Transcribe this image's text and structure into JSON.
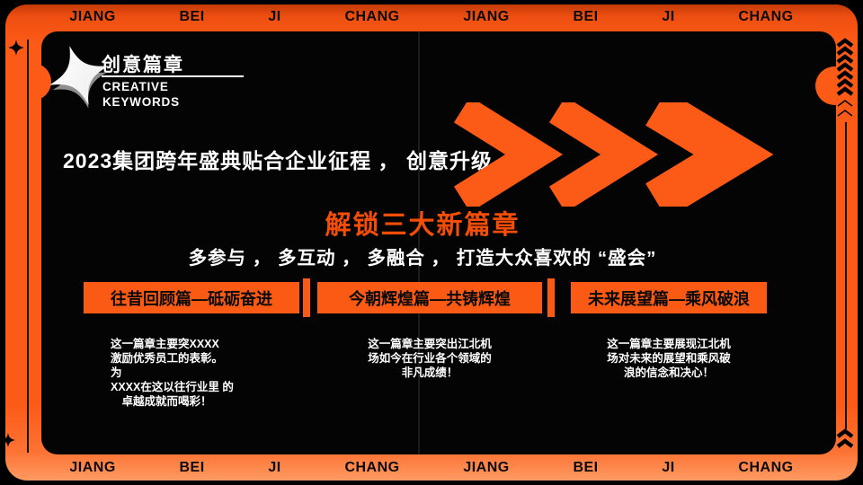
{
  "banner": {
    "top_labels": [
      "JIANG",
      "BEI",
      "JI",
      "CHANG",
      "JIANG",
      "BEI",
      "JI",
      "CHANG"
    ],
    "bottom_labels": [
      "JIANG",
      "BEI",
      "JI",
      "CHANG",
      "JIANG",
      "BEI",
      "JI",
      "CHANG"
    ]
  },
  "logo": {
    "title": "创意篇章",
    "subtitle_line1": "CREATIVE",
    "subtitle_line2": "KEYWORDS"
  },
  "heading": "2023集团跨年盛典贴合企业征程 ， 创意升级",
  "section": {
    "title": "解锁三大新篇章",
    "subtitle": "多参与 ， 多互动 ， 多融合 ， 打造大众喜欢的 “盛会”"
  },
  "chapters": [
    {
      "label": "往昔回顾篇—砥砺奋进",
      "desc": "这一篇章主要突XXXX\n激励优秀员工的表彰。\n为\nXXXX在这以往行业里 的\n　卓越成就而喝彩！"
    },
    {
      "label": "今朝辉煌篇—共铸辉煌",
      "desc": "这一篇章主要突出江北机\n场如今在行业各个领域的\n非凡成绩！"
    },
    {
      "label": "未来展望篇—乘风破浪",
      "desc": "这一篇章主要展现江北机\n场对未来的展望和乘风破\n浪的信念和决心！"
    }
  ],
  "colors": {
    "orange": "#fb5a17",
    "box_orange": "#fa5a14",
    "title_orange": "#f44d08",
    "panel_black": "#040404"
  }
}
